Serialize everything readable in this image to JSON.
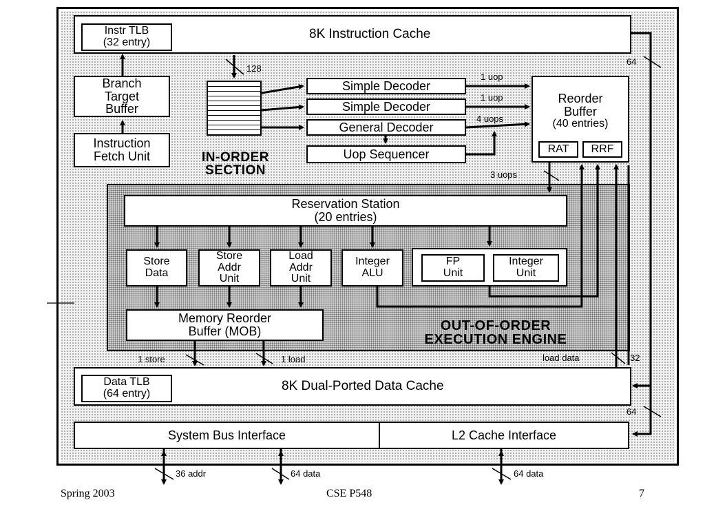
{
  "blocks": {
    "icache": "8K Instruction Cache",
    "itlb_line1": "Instr TLB",
    "itlb_line2": "(32 entry)",
    "btb_line1": "Branch",
    "btb_line2": "Target",
    "btb_line3": "Buffer",
    "ifu_line1": "Instruction",
    "ifu_line2": "Fetch Unit",
    "decoder1": "Simple Decoder",
    "decoder2": "Simple Decoder",
    "decoder3": "General Decoder",
    "uop_seq": "Uop Sequencer",
    "rob_line1": "Reorder",
    "rob_line2": "Buffer",
    "rob_line3": "(40 entries)",
    "rat": "RAT",
    "rrf": "RRF",
    "rs_line1": "Reservation Station",
    "rs_line2": "(20 entries)",
    "store_data_line1": "Store",
    "store_data_line2": "Data",
    "store_addr_line1": "Store",
    "store_addr_line2": "Addr",
    "store_addr_line3": "Unit",
    "load_addr_line1": "Load",
    "load_addr_line2": "Addr",
    "load_addr_line3": "Unit",
    "int_alu_line1": "Integer",
    "int_alu_line2": "ALU",
    "fp_line1": "FP",
    "fp_line2": "Unit",
    "int_unit_line1": "Integer",
    "int_unit_line2": "Unit",
    "mob_line1": "Memory Reorder",
    "mob_line2": "Buffer (MOB)",
    "dtlb_line1": "Data TLB",
    "dtlb_line2": "(64 entry)",
    "dcache": "8K Dual-Ported Data Cache",
    "sbi": "System Bus Interface",
    "l2": "L2 Cache Interface"
  },
  "sections": {
    "inorder_line1": "IN-ORDER",
    "inorder_line2": "SECTION",
    "ooo_line1": "OUT-OF-ORDER",
    "ooo_line2": "EXECUTION ENGINE"
  },
  "labels": {
    "w128": "128",
    "uop1a": "1 uop",
    "uop1b": "1 uop",
    "uops4": "4 uops",
    "uops3": "3 uops",
    "w64_top": "64",
    "store1": "1 store",
    "load1": "1 load",
    "load_data": "load data",
    "w32": "32",
    "w64_mid": "64",
    "addr36": "36 addr",
    "data64a": "64 data",
    "data64b": "64 data"
  },
  "footer": {
    "left": "Spring 2003",
    "center": "CSE P548",
    "right": "7"
  }
}
